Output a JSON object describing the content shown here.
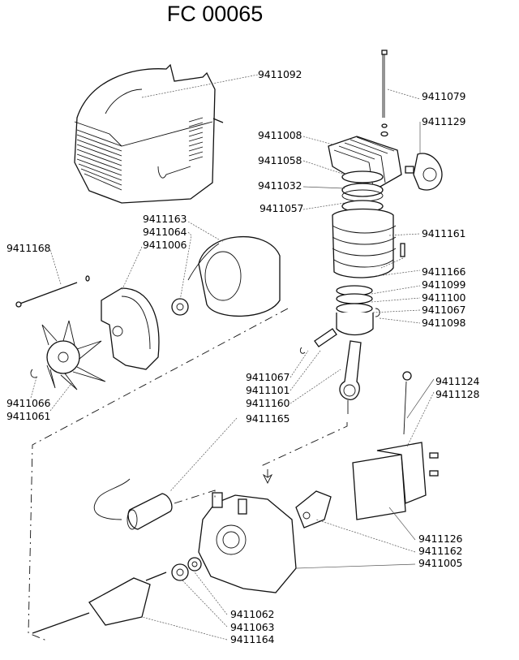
{
  "title": "FC 00065",
  "parts": {
    "shroud_cover": "9411092",
    "head_bolt": "9411079",
    "air_filter": "9411129",
    "cylinder_head": "9411008",
    "head_gasket": "9411058",
    "valve_plate": "9411032",
    "valve_gasket": "9411057",
    "fan_housing_bolt": "9411163",
    "front_bearing": "9411064",
    "fan_cover": "9411006",
    "tie_rod": "9411168",
    "cylinder": "9411161",
    "cylinder_screw": "9411166",
    "piston_ring_top": "9411099",
    "piston_ring_bottom": "9411100",
    "piston_circlip": "9411067",
    "piston": "9411098",
    "fan_circlip": "9411066",
    "fan": "9411061",
    "pin_circlip": "9411067",
    "piston_pin": "9411101",
    "connecting_rod": "9411160",
    "stator": "9411165",
    "dipstick": "9411124",
    "dipstick_seal": "9411128",
    "crankcase_cover_gasket": "9411126",
    "counterweight": "9411162",
    "crankcase": "9411005",
    "bearing_rear": "9411062",
    "bearing_front": "9411063",
    "rotor": "9411164"
  }
}
